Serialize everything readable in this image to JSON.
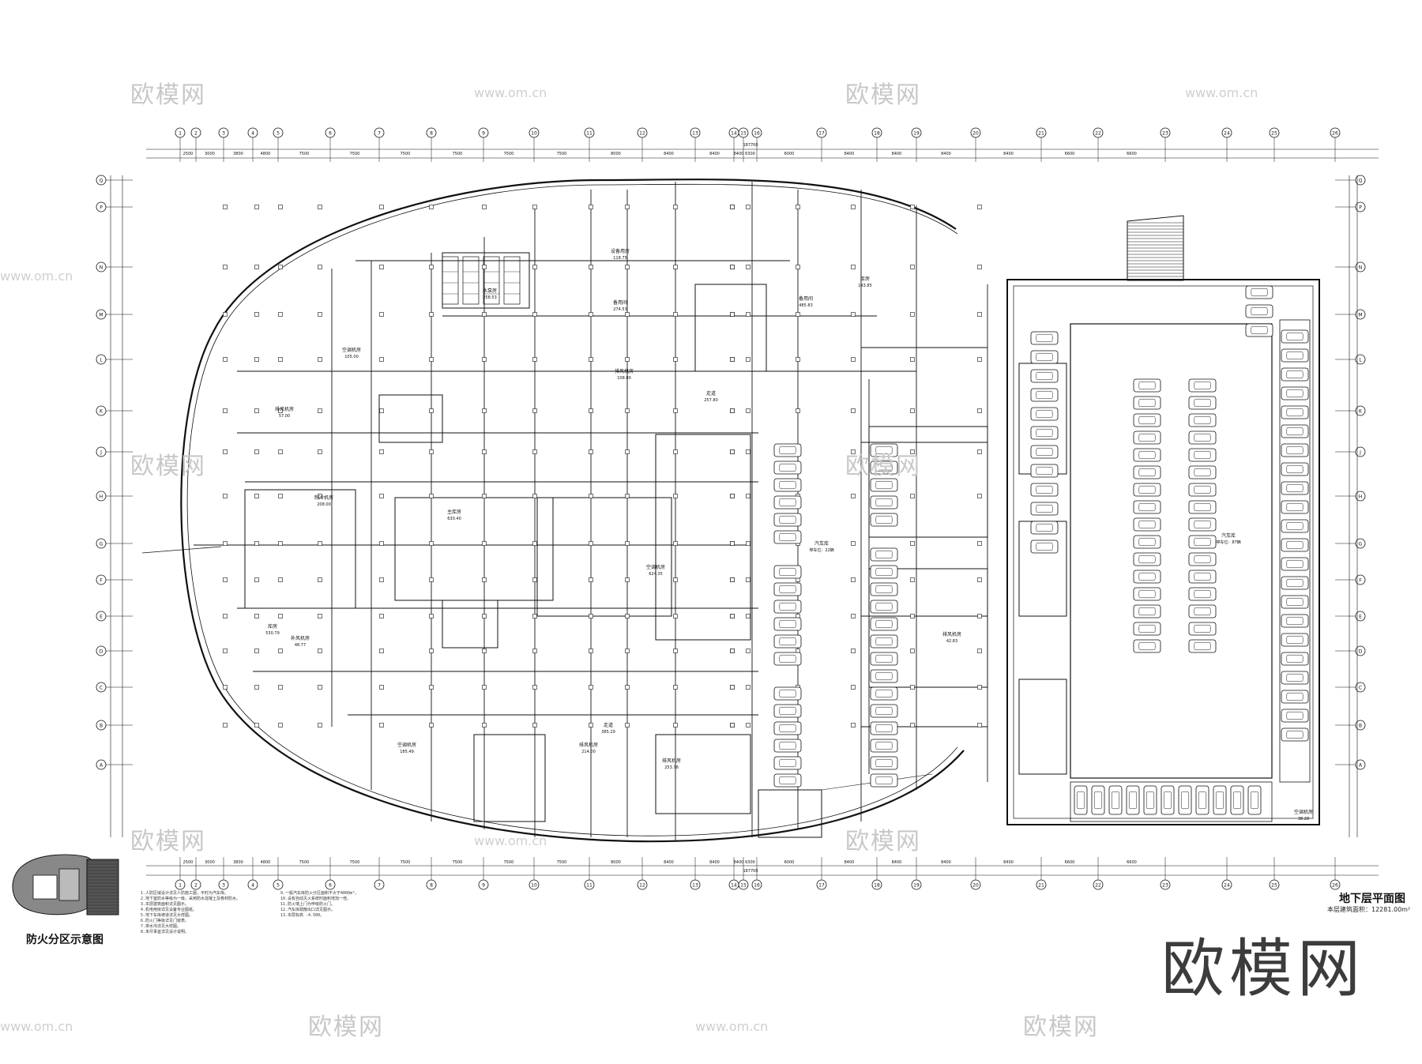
{
  "drawing": {
    "title": "地下层平面图",
    "subtitle": "本层建筑面积：12281.00m²",
    "fire_zone_caption": "防火分区示意图",
    "brand_mark": "欧模网",
    "watermark_text": "欧模网",
    "watermark_url": "www.om.cn"
  },
  "grid": {
    "columns": [
      "1",
      "2",
      "3",
      "4",
      "5",
      "6",
      "7",
      "8",
      "9",
      "10",
      "11",
      "12",
      "13",
      "14",
      "15",
      "16",
      "17",
      "18",
      "19",
      "20",
      "21",
      "22",
      "23",
      "24",
      "25",
      "26"
    ],
    "rows": [
      "Q",
      "P",
      "N",
      "M",
      "L",
      "K",
      "J",
      "H",
      "G",
      "F",
      "E",
      "D",
      "C",
      "B",
      "A"
    ],
    "total_dimension": "187700",
    "top_dims": [
      "2500",
      "3000",
      "3800",
      "4800",
      "7500",
      "7500",
      "7500",
      "7500",
      "7500",
      "7500",
      "8000",
      "8400",
      "8400",
      "8400",
      "6300",
      "6000",
      "8400",
      "8400",
      "8400",
      "8400",
      "6600",
      "6600"
    ]
  },
  "rooms": [
    {
      "name": "空调机房",
      "area": "105.00"
    },
    {
      "name": "排风机房",
      "area": "57.00"
    },
    {
      "name": "制冷机房",
      "area": "208.00"
    },
    {
      "name": "备用间",
      "area": "274.53"
    },
    {
      "name": "备用间",
      "area": "485.83"
    },
    {
      "name": "设备用房",
      "area": "118.75"
    },
    {
      "name": "库房",
      "area": "143.85"
    },
    {
      "name": "水泵房",
      "area": "258.53"
    },
    {
      "name": "走道",
      "area": "257.80"
    },
    {
      "name": "排风机房",
      "area": "108.00"
    },
    {
      "name": "空调机房",
      "area": "624.35"
    },
    {
      "name": "主库房",
      "area": "630.40"
    },
    {
      "name": "汽车库",
      "area": "停车位：22辆"
    },
    {
      "name": "汽车库",
      "area": "停车位：87辆"
    },
    {
      "name": "走道",
      "area": "385.29"
    },
    {
      "name": "空调机房",
      "area": "185.49"
    },
    {
      "name": "排风机房",
      "area": "214.00"
    },
    {
      "name": "排风机房",
      "area": "253.78"
    },
    {
      "name": "库房",
      "area": "530.79"
    },
    {
      "name": "补风机房",
      "area": "48.77"
    },
    {
      "name": "排风机房",
      "area": "42.83"
    },
    {
      "name": "空调机房",
      "area": "38.28"
    }
  ],
  "notes": [
    "1.人防区域设计详见人防施工图，平时为汽车库。",
    "2.地下室防水等级为一级，采用防水混凝土及卷材防水。",
    "3.本层建筑面积详见图示。",
    "4.机电用房详见设备专业图纸。",
    "5.地下车库坡道详见大样图。",
    "6.防火门等级详见门窗表。",
    "7.排水沟详见大样图。",
    "8.未尽事宜详见设计说明。"
  ],
  "notes2": [
    "9.一般汽车库防火分区面积不大于4000m²。",
    "10.设有自动灭火系统时面积增加一倍。",
    "11.防火墙上门为甲级防火门。",
    "12.汽车库疏散出口详见图示。",
    "13.本层标高 -4.500。"
  ]
}
